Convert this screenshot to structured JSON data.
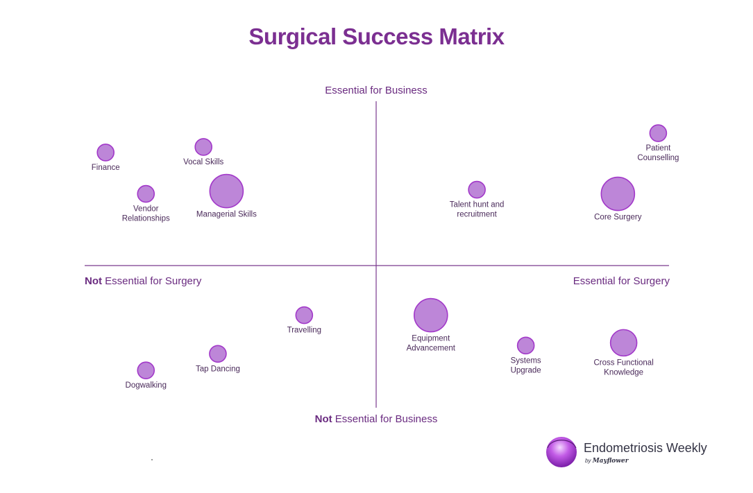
{
  "chart_data": {
    "type": "scatter",
    "title": "Surgical Success Matrix",
    "xlim": [
      -10,
      10
    ],
    "ylim": [
      -10,
      10
    ],
    "axes": {
      "top": "Essential for Business",
      "bottom_bold": "Not",
      "bottom_rest": " Essential for Business",
      "left_bold": "Not",
      "left_rest": " Essential for Surgery",
      "right": "Essential for Surgery"
    },
    "colors": {
      "point_fill": "#bd86d8",
      "point_stroke": "#a238c9",
      "axis_line": "#7a3a8e",
      "label": "#4a2a5a"
    },
    "points": [
      {
        "label": [
          "Finance"
        ],
        "x": -9.4,
        "y": 8.2,
        "size": 1
      },
      {
        "label": [
          "Vocal Skills"
        ],
        "x": -6.0,
        "y": 8.6,
        "size": 1
      },
      {
        "label": [
          "Vendor",
          "Relationships"
        ],
        "x": -8.0,
        "y": 5.2,
        "size": 1
      },
      {
        "label": [
          "Managerial Skills"
        ],
        "x": -5.2,
        "y": 5.4,
        "size": 3
      },
      {
        "label": [
          "Patient",
          "Counselling"
        ],
        "x": 9.8,
        "y": 9.6,
        "size": 1
      },
      {
        "label": [
          "Talent hunt and",
          "recruitment"
        ],
        "x": 3.5,
        "y": 5.5,
        "size": 1
      },
      {
        "label": [
          "Core Surgery"
        ],
        "x": 8.4,
        "y": 5.2,
        "size": 3
      },
      {
        "label": [
          "Travelling"
        ],
        "x": -2.5,
        "y": -3.6,
        "size": 1
      },
      {
        "label": [
          "Equipment",
          "Advancement"
        ],
        "x": 1.9,
        "y": -3.6,
        "size": 3
      },
      {
        "label": [
          "Tap Dancing"
        ],
        "x": -5.5,
        "y": -6.4,
        "size": 1
      },
      {
        "label": [
          "Dogwalking"
        ],
        "x": -8.0,
        "y": -7.6,
        "size": 1
      },
      {
        "label": [
          "Systems",
          "Upgrade"
        ],
        "x": 5.2,
        "y": -5.8,
        "size": 1
      },
      {
        "label": [
          "Cross Functional",
          "Knowledge"
        ],
        "x": 8.6,
        "y": -5.6,
        "size": 2
      }
    ]
  },
  "brand": {
    "name": "Endometriosis Weekly",
    "by": "by",
    "publisher": "Mayflower"
  }
}
